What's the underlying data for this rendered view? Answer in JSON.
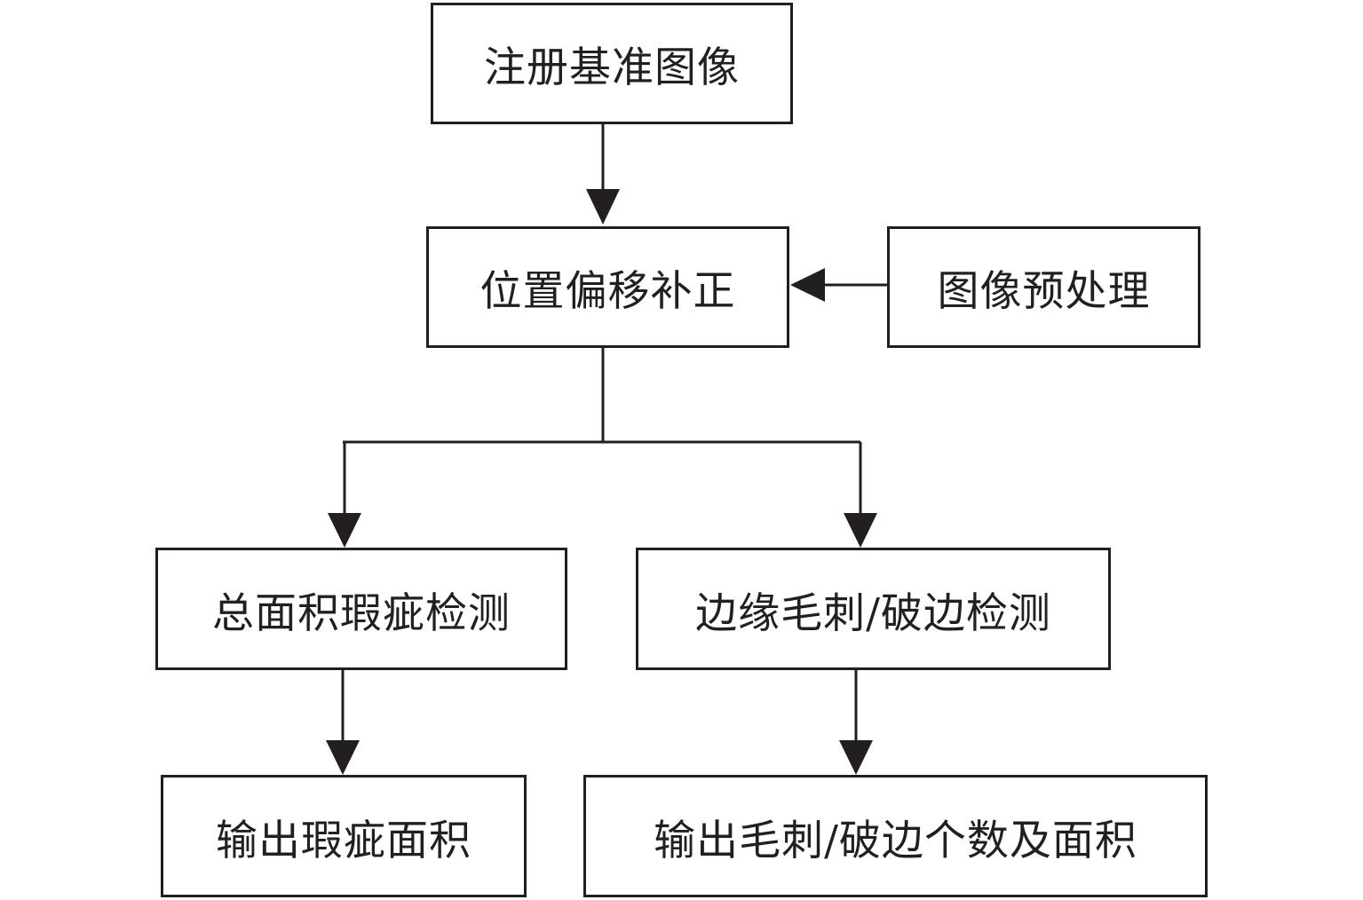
{
  "diagram": {
    "nodes": {
      "register": "注册基准图像",
      "correct": "位置偏移补正",
      "preprocess": "图像预处理",
      "area_detect": "总面积瑕疵检测",
      "edge_detect": "边缘毛刺/破边检测",
      "output_area": "输出瑕疵面积",
      "output_edge": "输出毛刺/破边个数及面积"
    },
    "edges": [
      {
        "from": "register",
        "to": "correct"
      },
      {
        "from": "preprocess",
        "to": "correct"
      },
      {
        "from": "correct",
        "to": "area_detect"
      },
      {
        "from": "correct",
        "to": "edge_detect"
      },
      {
        "from": "area_detect",
        "to": "output_area"
      },
      {
        "from": "edge_detect",
        "to": "output_edge"
      }
    ],
    "line_color": "#231f20"
  }
}
